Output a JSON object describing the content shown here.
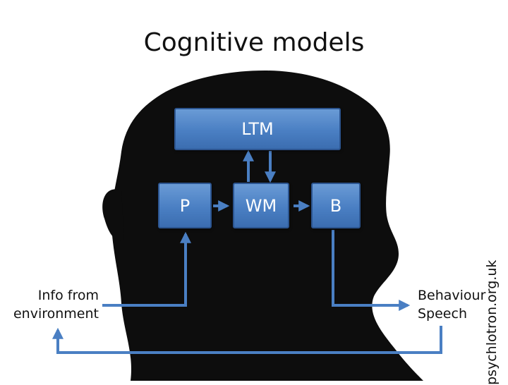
{
  "title": "Cognitive models",
  "nodes": {
    "ltm": "LTM",
    "p": "P",
    "wm": "WM",
    "b": "B"
  },
  "input_label": [
    "Info from",
    "environment"
  ],
  "output_label": [
    "Behaviour",
    "Speech"
  ],
  "credit": "psychlotron.org.uk",
  "colors": {
    "box_fill": "#4a7fc3",
    "arrow": "#4a7fc3",
    "silhouette": "#0d0d0d"
  },
  "icons": [
    "head-silhouette"
  ]
}
